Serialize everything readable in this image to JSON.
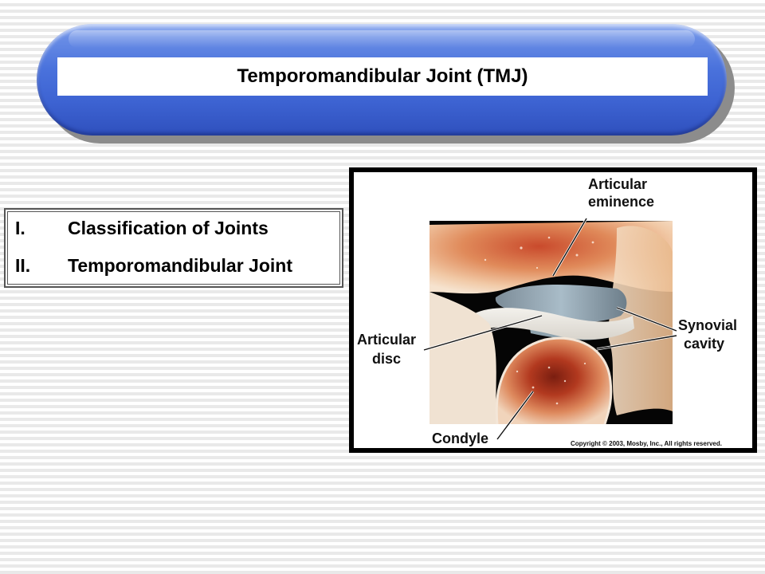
{
  "slide": {
    "title": "Temporomandibular Joint (TMJ)"
  },
  "outline": {
    "items": [
      {
        "number": "I.",
        "label": "Classification of Joints"
      },
      {
        "number": "II.",
        "label": "Temporomandibular Joint"
      }
    ]
  },
  "figure": {
    "labels": {
      "eminence_line1": "Articular",
      "eminence_line2": "eminence",
      "disc_line1": "Articular",
      "disc_line2": "disc",
      "synovial_line1": "Synovial",
      "synovial_line2": "cavity",
      "condyle": "Condyle"
    },
    "copyright": "Copyright © 2003, Mosby, Inc., All rights reserved."
  },
  "colors": {
    "banner_blue": "#3d63d2",
    "tissue_red": "#c2462a"
  }
}
